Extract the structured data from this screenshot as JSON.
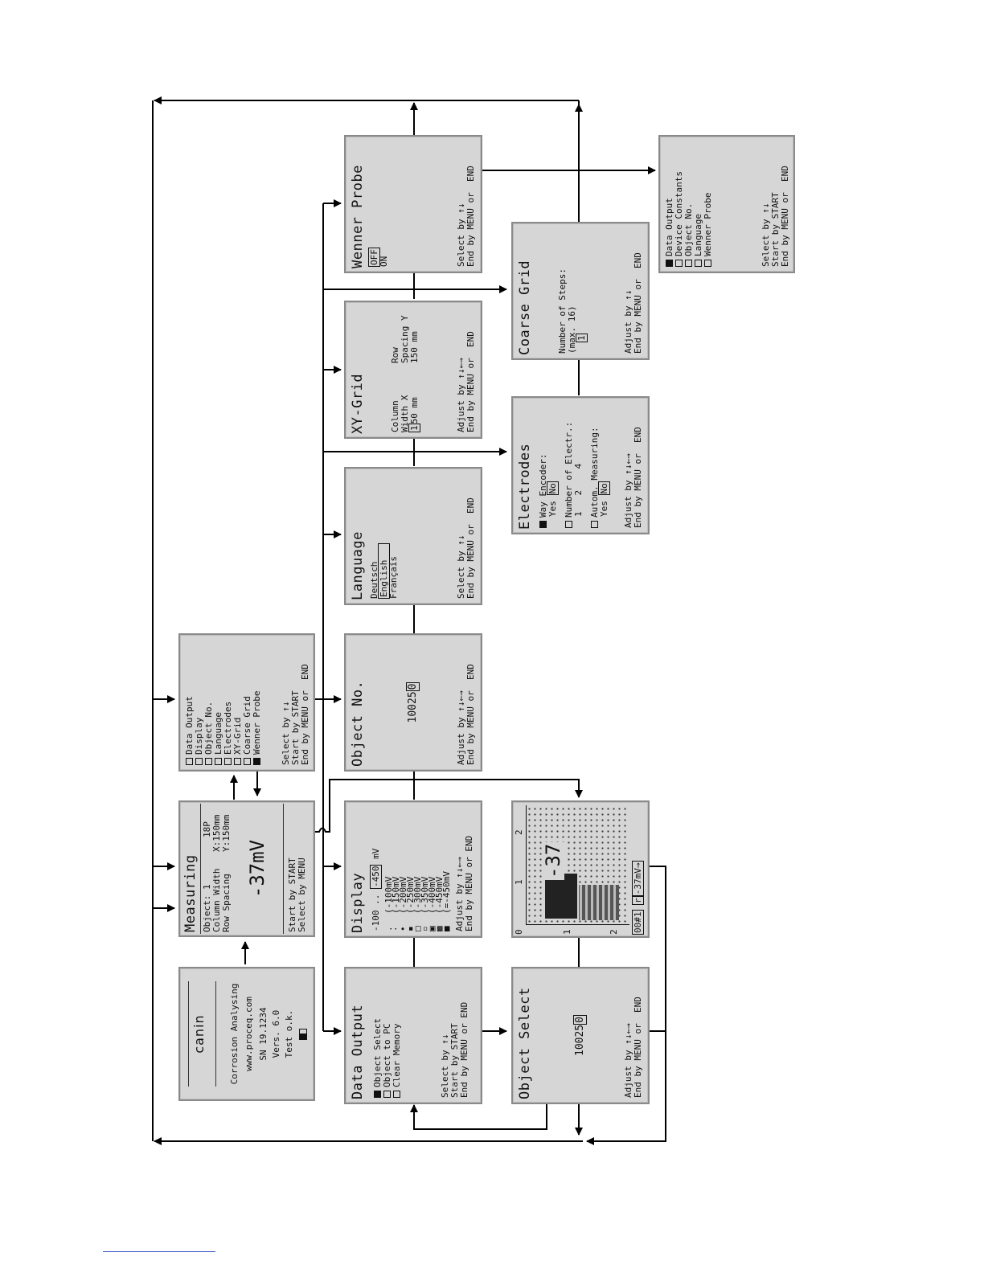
{
  "screens": {
    "splash": {
      "logo": "canin",
      "line1": "Corrosion Analysing",
      "line2": "www.proceq.com",
      "line3": "SN 19.1234",
      "line4": "Vers. 6.0",
      "line5": "Test o.k."
    },
    "measuring": {
      "title": "Measuring",
      "r1a": "Object: 1",
      "r1b": "18P",
      "r2a": "Column Width",
      "r2b": "X:150mm",
      "r3a": "Row Spacing",
      "r3b": "Y:150mm",
      "value": "-37mV",
      "f1": "Start by START",
      "f2": "Select by MENU"
    },
    "menu": {
      "items": [
        "Data Output",
        "Display",
        "Object No.",
        "Language",
        "Electrodes",
        "XY-Grid",
        "Coarse Grid",
        "Wenner Probe"
      ],
      "f1": "Select by ↑↓",
      "f2": "Start by START",
      "f3": "End by MENU or  END"
    },
    "data_output": {
      "title": "Data Output",
      "items": [
        "Object Select",
        "Object to PC",
        "Clear Memory"
      ],
      "f1": "Select by ↑↓",
      "f2": "Start by START",
      "f3": "End by MENU or END"
    },
    "display": {
      "title": "Display",
      "range_a": "-100 ..",
      "range_b": "-450",
      "range_unit": "mV",
      "levels": [
        "(-100mV",
        "(-150mV",
        "(-200mV",
        "(-250mV",
        "(-300mV",
        "(-350mV",
        "(-400mV",
        "(-450mV",
        "(=-450mV"
      ],
      "f1": "Adjust by ↑↓←→",
      "f2": "End by MENU or END"
    },
    "object_no": {
      "title": "Object No.",
      "value_a": "10025",
      "value_b": "0",
      "f1": "Adjust by ↑↓←→",
      "f2": "End by MENU or  END"
    },
    "language": {
      "title": "Language",
      "items": [
        "Deutsch",
        "English",
        "Français"
      ],
      "f1": "Select by ↑↓",
      "f2": "End by MENU or  END"
    },
    "xy_grid": {
      "title": "XY-Grid",
      "c1": "Column",
      "c2": "Width X",
      "c3a": "1",
      "c3b": "50 mm",
      "r1": "Row",
      "r2": "Spacing Y",
      "r3": "150 mm",
      "f1": "Adjust by ↑↓←→",
      "f2": "End by MENU or  END"
    },
    "wenner": {
      "title": "Wenner Probe",
      "opt1": "OFF",
      "opt2": "ON",
      "f1": "Select by ↑↓",
      "f2": "End by MENU or  END"
    },
    "object_select": {
      "title": "Object Select",
      "value_a": "10025",
      "value_b": "0",
      "f1": "Adjust by ↑↓←→",
      "f2": "End by MENU or  END"
    },
    "map_view": {
      "value": "-37",
      "ticks_top": [
        "0",
        "1",
        "2"
      ],
      "ticks_left": [
        "1",
        "2"
      ],
      "status": "00#1",
      "status_r": "r",
      "status_val": "-37mV→"
    },
    "electrodes": {
      "title": "Electrodes",
      "l1": "Way Encoder:",
      "l1o": "Yes",
      "l1v": "No",
      "l2": "Number of Electr.:",
      "l2o": "1   2    4",
      "l3": "Autom. Measuring:",
      "l3o": "Yes",
      "l3v": "No",
      "f1": "Adjust by ↑↓←→",
      "f2": "End by MENU or  END"
    },
    "coarse_grid": {
      "title": "Coarse Grid",
      "l1": "Number of Steps:",
      "l2": "(max. 16)",
      "val": "1",
      "f1": "Adjust by ↑↓",
      "f2": "End by MENU or  END"
    },
    "sub_menu": {
      "items": [
        "Data Output",
        "Device Constants",
        "Object No.",
        "Language",
        "Wenner Probe"
      ],
      "f1": "Select by ↑↓",
      "f2": "Start by START",
      "f3": "End by MENU or  END"
    }
  },
  "colors": {
    "screen_bg": "#d6d6d6",
    "ink": "#111111",
    "line": "#000000",
    "footer_rule": "#3050c0"
  }
}
